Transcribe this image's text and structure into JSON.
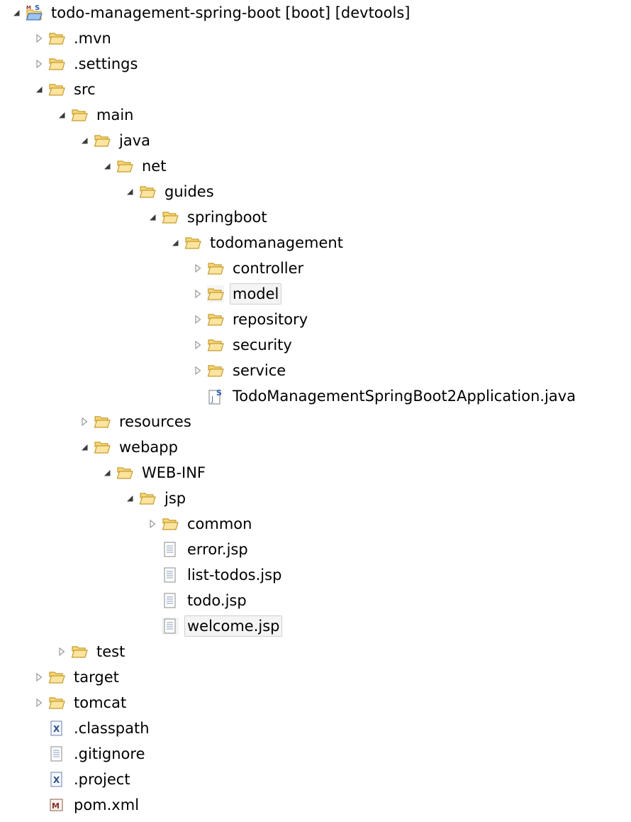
{
  "tree": [
    {
      "label": "todo-management-spring-boot [boot] [devtools]",
      "depth": 0,
      "state": "expanded",
      "icon": "maven-project-icon"
    },
    {
      "label": ".mvn",
      "depth": 1,
      "state": "collapsed",
      "icon": "folder-icon"
    },
    {
      "label": ".settings",
      "depth": 1,
      "state": "collapsed",
      "icon": "folder-icon"
    },
    {
      "label": "src",
      "depth": 1,
      "state": "expanded",
      "icon": "folder-icon"
    },
    {
      "label": "main",
      "depth": 2,
      "state": "expanded",
      "icon": "folder-icon"
    },
    {
      "label": "java",
      "depth": 3,
      "state": "expanded",
      "icon": "folder-icon"
    },
    {
      "label": "net",
      "depth": 4,
      "state": "expanded",
      "icon": "folder-icon"
    },
    {
      "label": "guides",
      "depth": 5,
      "state": "expanded",
      "icon": "folder-icon"
    },
    {
      "label": "springboot",
      "depth": 6,
      "state": "expanded",
      "icon": "folder-icon"
    },
    {
      "label": "todomanagement",
      "depth": 7,
      "state": "expanded",
      "icon": "folder-icon"
    },
    {
      "label": "controller",
      "depth": 8,
      "state": "collapsed",
      "icon": "folder-icon"
    },
    {
      "label": "model",
      "depth": 8,
      "state": "collapsed",
      "icon": "folder-icon",
      "highlighted": true
    },
    {
      "label": "repository",
      "depth": 8,
      "state": "collapsed",
      "icon": "folder-icon"
    },
    {
      "label": "security",
      "depth": 8,
      "state": "collapsed",
      "icon": "folder-icon"
    },
    {
      "label": "service",
      "depth": 8,
      "state": "collapsed",
      "icon": "folder-icon"
    },
    {
      "label": "TodoManagementSpringBoot2Application.java",
      "depth": 8,
      "state": "leaf",
      "icon": "spring-java-file-icon"
    },
    {
      "label": "resources",
      "depth": 3,
      "state": "collapsed",
      "icon": "folder-icon"
    },
    {
      "label": "webapp",
      "depth": 3,
      "state": "expanded",
      "icon": "folder-icon"
    },
    {
      "label": "WEB-INF",
      "depth": 4,
      "state": "expanded",
      "icon": "folder-icon"
    },
    {
      "label": "jsp",
      "depth": 5,
      "state": "expanded",
      "icon": "folder-icon"
    },
    {
      "label": "common",
      "depth": 6,
      "state": "collapsed",
      "icon": "folder-icon"
    },
    {
      "label": "error.jsp",
      "depth": 6,
      "state": "leaf",
      "icon": "jsp-file-icon"
    },
    {
      "label": "list-todos.jsp",
      "depth": 6,
      "state": "leaf",
      "icon": "jsp-file-icon"
    },
    {
      "label": "todo.jsp",
      "depth": 6,
      "state": "leaf",
      "icon": "jsp-file-icon"
    },
    {
      "label": "welcome.jsp",
      "depth": 6,
      "state": "leaf",
      "icon": "jsp-file-icon",
      "highlighted": true
    },
    {
      "label": "test",
      "depth": 2,
      "state": "collapsed",
      "icon": "folder-icon"
    },
    {
      "label": "target",
      "depth": 1,
      "state": "collapsed",
      "icon": "folder-icon"
    },
    {
      "label": "tomcat",
      "depth": 1,
      "state": "collapsed",
      "icon": "folder-icon"
    },
    {
      "label": ".classpath",
      "depth": 1,
      "state": "leaf",
      "icon": "xml-file-icon"
    },
    {
      "label": ".gitignore",
      "depth": 1,
      "state": "leaf",
      "icon": "text-file-icon"
    },
    {
      "label": ".project",
      "depth": 1,
      "state": "leaf",
      "icon": "xml-file-icon"
    },
    {
      "label": "pom.xml",
      "depth": 1,
      "state": "leaf",
      "icon": "maven-pom-icon"
    }
  ],
  "colors": {
    "folder_fill": "#f7d778",
    "folder_stroke": "#c59b2c",
    "toggle_expanded": "#3a3a3a",
    "toggle_collapsed": "#9a9a9a",
    "highlight_bg": "#f4f4f4",
    "highlight_border": "#d0d0d0",
    "spring_blue": "#2a5db0"
  }
}
